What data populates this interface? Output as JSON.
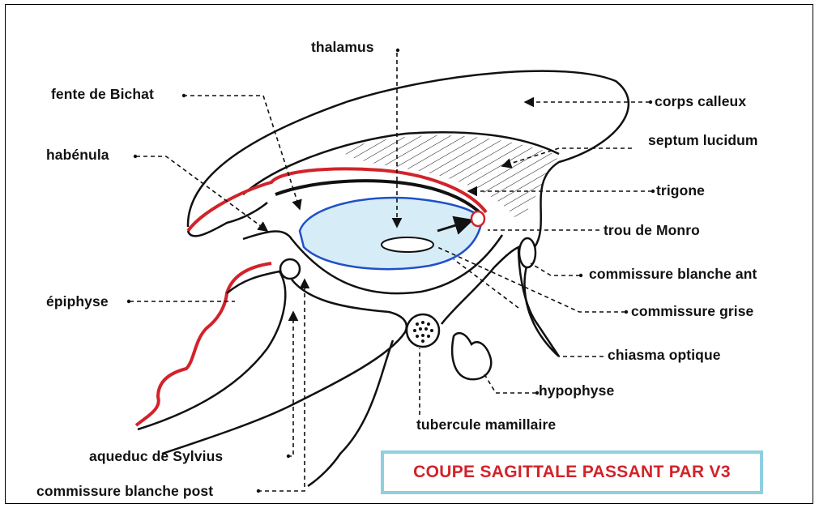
{
  "labels": {
    "thalamus": "thalamus",
    "fente_de_bichat": "fente de Bichat",
    "habenula": "habénula",
    "epiphyse": "épiphyse",
    "aqueduc": "aqueduc de Sylvius",
    "commissure_blanche_post": "commissure blanche post",
    "corps_calleux": "corps calleux",
    "septum_lucidum": "septum lucidum",
    "trigone": "trigone",
    "trou_de_monro": "trou de Monro",
    "commissure_blanche_ant": "commissure blanche ant",
    "commissure_grise": "commissure grise",
    "chiasma_optique": "chiasma optique",
    "hypophyse": "hypophyse",
    "tubercule_mamillaire": "tubercule mamillaire"
  },
  "title": "COUPE SAGITTALE PASSANT PAR V3",
  "colors": {
    "outline": "#111111",
    "red_contour": "#d2232a",
    "third_ventricle_fill": "#d6ecf6",
    "third_ventricle_border": "#2050c8",
    "title_border": "#8fcfe0",
    "title_text": "#d2232a"
  }
}
